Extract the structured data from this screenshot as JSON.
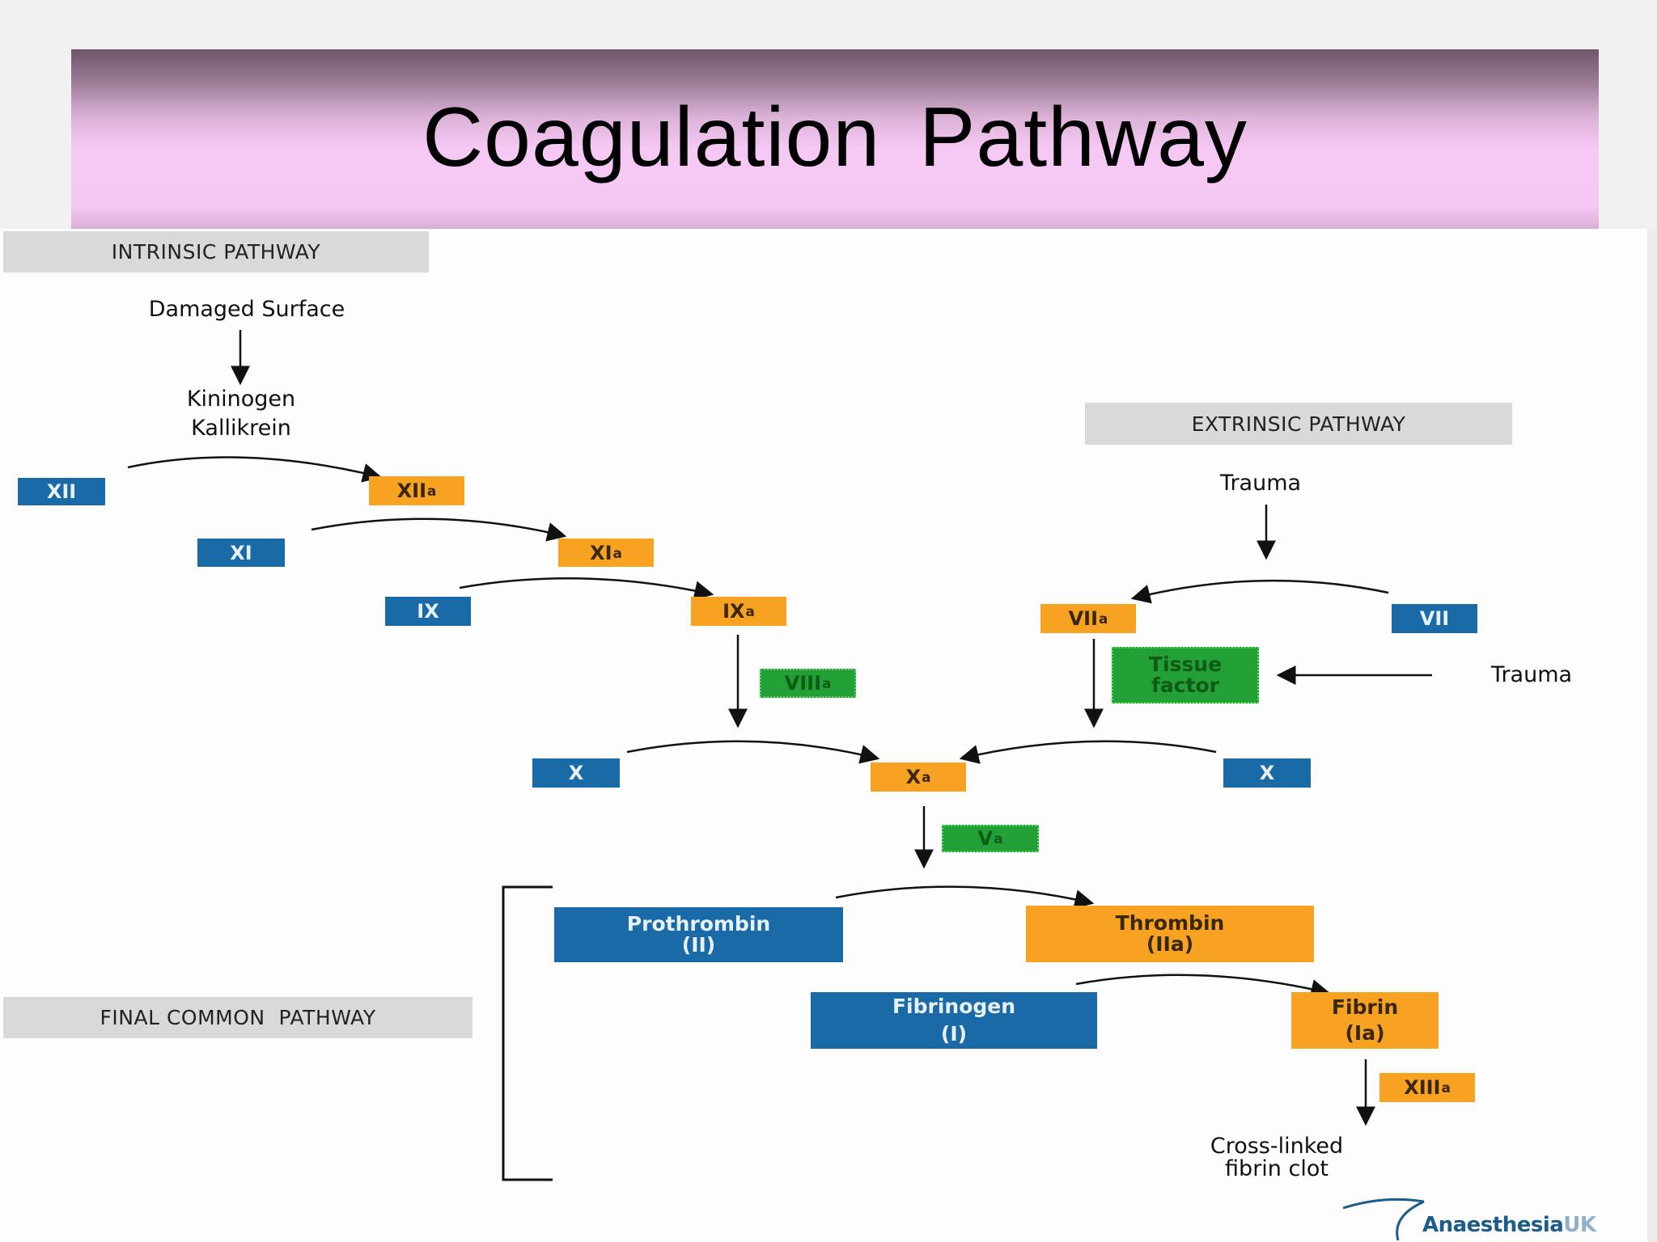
{
  "title": "Coagulation Pathway",
  "sections": {
    "intrinsic": "INTRINSIC PATHWAY",
    "extrinsic": "EXTRINSIC PATHWAY",
    "final": "FINAL COMMON  PATHWAY"
  },
  "labels": {
    "damaged_surface": "Damaged Surface",
    "kininogen": "Kininogen",
    "kallikrein": "Kallikrein",
    "trauma_top": "Trauma",
    "trauma_right": "Trauma",
    "clot_line1": "Cross-linked",
    "clot_line2": "fibrin clot"
  },
  "factors": {
    "xii": "XII",
    "xiia": {
      "base": "XII",
      "sub": "a"
    },
    "xi": "XI",
    "xia": {
      "base": "XI",
      "sub": "a"
    },
    "ix": "IX",
    "ixa": {
      "base": "IX",
      "sub": "a"
    },
    "viiia": {
      "base": "VIII",
      "sub": "a"
    },
    "vii": "VII",
    "viia": {
      "base": "VII",
      "sub": "a"
    },
    "tissue_factor": {
      "line1": "Tissue",
      "line2": "factor"
    },
    "x_left": "X",
    "x_right": "X",
    "xa": {
      "base": "X",
      "sub": "a"
    },
    "va": {
      "base": "V",
      "sub": "a"
    },
    "prothrombin": {
      "line1": "Prothrombin",
      "line2": "(II)"
    },
    "thrombin": {
      "line1": "Thrombin",
      "line2": "(IIa)"
    },
    "fibrinogen": {
      "line1": "Fibrinogen",
      "line2": "(I)"
    },
    "fibrin": {
      "line1": "Fibrin",
      "line2": "(Ia)"
    },
    "xiiia": {
      "base": "XIII",
      "sub": "a"
    }
  },
  "logo": {
    "name": "Anaesthesia",
    "suffix": "UK"
  },
  "colors": {
    "inactive": "#1a6aa8",
    "active": "#f7a221",
    "cofactor": "#23a035",
    "section_bg": "#d9d9d9"
  }
}
